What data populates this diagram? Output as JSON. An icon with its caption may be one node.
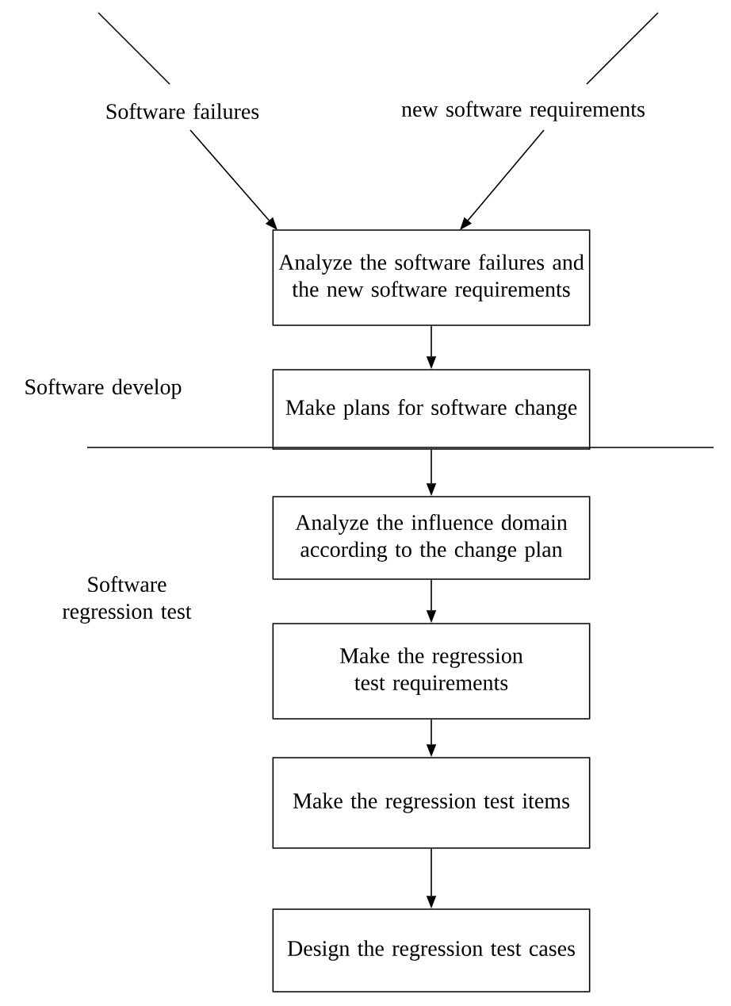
{
  "diagram": {
    "nodes": [
      {
        "text": [
          "Software failures"
        ]
      },
      {
        "text": [
          "new software requirements"
        ]
      },
      {
        "text": [
          "Analyze the software failures and the new software requirements"
        ]
      },
      {
        "text": [
          "Make plans for software change"
        ]
      },
      {
        "text": [
          "Analyze the influence domain according to the change plan"
        ]
      },
      {
        "text": [
          "Make the regression test requirements"
        ]
      },
      {
        "text": [
          "Make the regression test items"
        ]
      },
      {
        "text": [
          "Design the regression test cases"
        ]
      }
    ],
    "edges": [
      {
        "from": null,
        "to": 0,
        "arrow": "none"
      },
      {
        "from": null,
        "to": 1,
        "arrow": "none"
      },
      {
        "from": 0,
        "to": 2,
        "arrow": "to"
      },
      {
        "from": 1,
        "to": 2,
        "arrow": "to"
      },
      {
        "from": 2,
        "to": 3,
        "arrow": "to"
      },
      {
        "from": 3,
        "to": 4,
        "arrow": "to"
      },
      {
        "from": 4,
        "to": 5,
        "arrow": "to"
      },
      {
        "from": 5,
        "to": 6,
        "arrow": "to"
      },
      {
        "from": 6,
        "to": 7,
        "arrow": "to"
      }
    ],
    "labels": [
      "Software develop",
      "Software regression test"
    ]
  }
}
